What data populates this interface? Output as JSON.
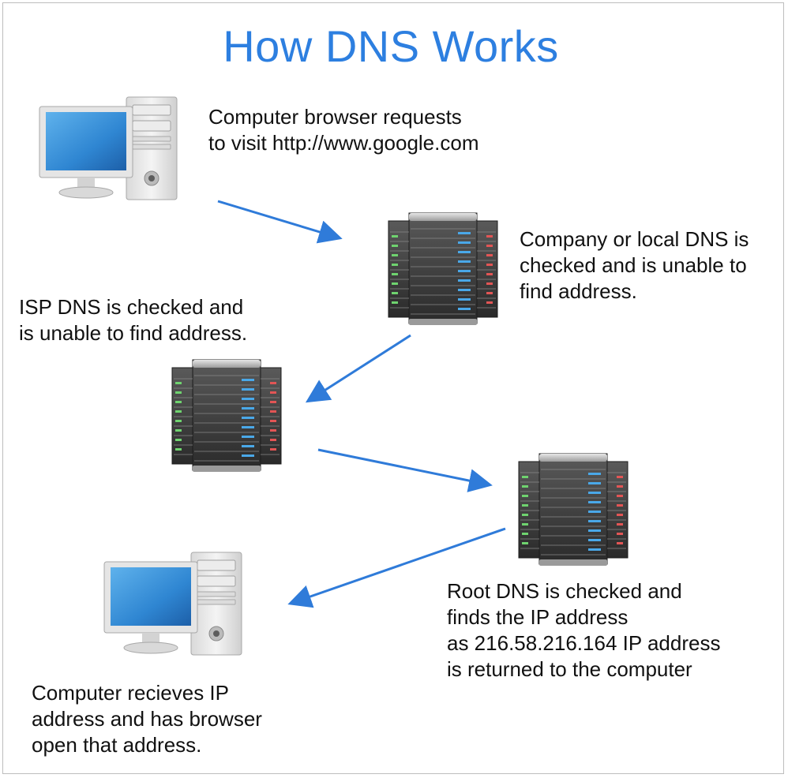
{
  "title": "How DNS Works",
  "colors": {
    "arrow": "#2f7bd9",
    "title": "#2d7fe0",
    "screen": "#2f86d2"
  },
  "steps": [
    {
      "icon": "computer-icon",
      "lines": [
        "Computer browser requests",
        "to visit http://www.google.com"
      ]
    },
    {
      "icon": "server-rack-icon",
      "lines": [
        "Company or local DNS is",
        "checked and is unable to",
        "find address."
      ]
    },
    {
      "icon": "server-rack-icon",
      "lines": [
        "ISP DNS is checked and",
        "is unable to find address."
      ]
    },
    {
      "icon": "server-rack-icon",
      "lines": [
        "Root DNS is checked and",
        "finds the IP address",
        "as 216.58.216.164 IP address",
        "is returned to the computer"
      ]
    },
    {
      "icon": "computer-icon",
      "lines": [
        "Computer recieves IP",
        "address and has browser",
        "open that address."
      ]
    }
  ]
}
